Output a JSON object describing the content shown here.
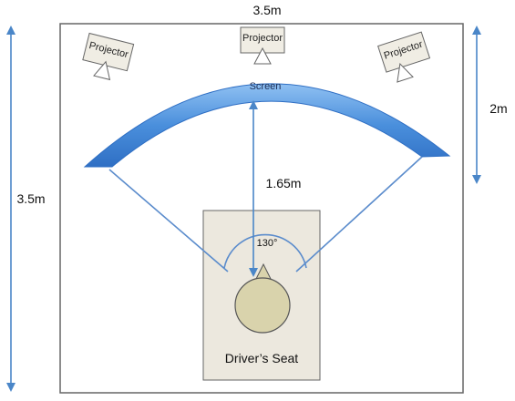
{
  "dimensions": {
    "room_width": "3.5m",
    "room_depth": "3.5m",
    "screen_depth": "2m",
    "seat_to_screen": "1.65m"
  },
  "screen": {
    "label": "Screen",
    "color": "#4a8fdc"
  },
  "projectors": [
    {
      "label": "Projector"
    },
    {
      "label": "Projector"
    },
    {
      "label": "Projector"
    }
  ],
  "field_of_view": {
    "label": "130°",
    "line_color": "#5b8ccc"
  },
  "seat": {
    "label": "Driver’s Seat",
    "seat_fill": "#ece8de",
    "head_fill": "#d9d3ac"
  }
}
